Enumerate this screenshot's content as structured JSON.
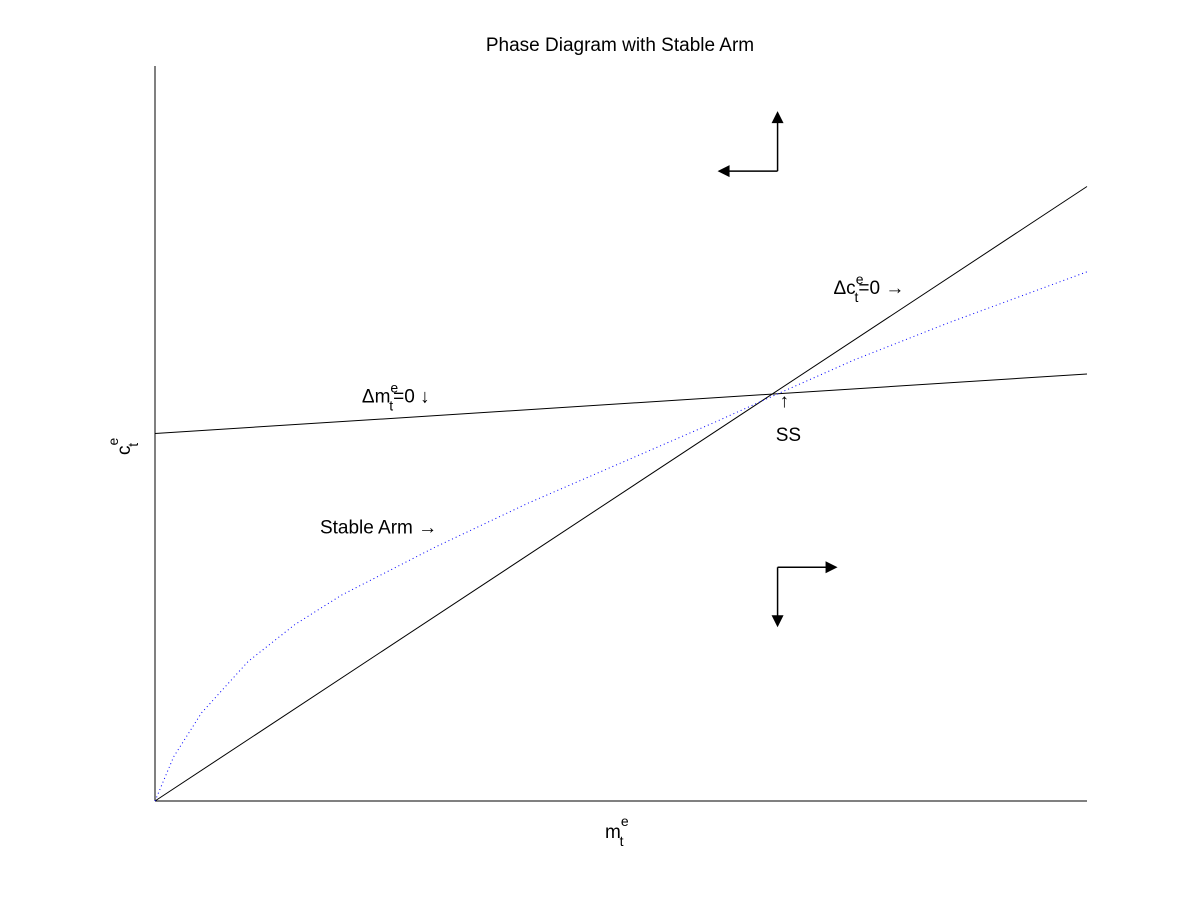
{
  "chart_data": {
    "type": "line",
    "title": "Phase Diagram with Stable Arm",
    "xlabel": {
      "base": "m",
      "sub": "t",
      "sup": "e"
    },
    "ylabel": {
      "base": "c",
      "sub": "t",
      "sup": "e"
    },
    "xlim": [
      0,
      1
    ],
    "ylim": [
      0,
      1
    ],
    "grid": false,
    "series": [
      {
        "name": "Δc=0",
        "style": "solid",
        "color": "#000000",
        "x": [
          0,
          1
        ],
        "y": [
          0,
          0.836
        ]
      },
      {
        "name": "Δm=0",
        "style": "solid",
        "color": "#000000",
        "x": [
          0,
          1
        ],
        "y": [
          0.5,
          0.581
        ]
      },
      {
        "name": "Stable Arm",
        "style": "dotted",
        "color": "#0000ff",
        "x": [
          0,
          0.02,
          0.05,
          0.1,
          0.15,
          0.2,
          0.3,
          0.4,
          0.5,
          0.6,
          0.67,
          0.75,
          0.85,
          1
        ],
        "y": [
          0,
          0.06,
          0.12,
          0.19,
          0.24,
          0.28,
          0.345,
          0.405,
          0.46,
          0.515,
          0.555,
          0.6,
          0.65,
          0.72
        ]
      }
    ],
    "annotations": [
      {
        "id": "dc",
        "text_pre": "Δc",
        "sup": "e",
        "sub": "t",
        "text_post": "=0 →",
        "x": 0.728,
        "y": 0.69
      },
      {
        "id": "dm",
        "text_pre": "Δm",
        "sup": "e",
        "sub": "t",
        "text_post": "=0 ↓",
        "x": 0.222,
        "y": 0.542
      },
      {
        "id": "arm",
        "text": "Stable Arm →",
        "x": 0.177,
        "y": 0.364
      },
      {
        "id": "ss_arrow",
        "text": "↑",
        "x": 0.67,
        "y": 0.536
      },
      {
        "id": "ss",
        "text": "SS",
        "x": 0.666,
        "y": 0.49
      }
    ],
    "phase_arrows": [
      {
        "x": 0.668,
        "y": 0.857,
        "dirs": [
          "left",
          "up"
        ]
      },
      {
        "x": 0.668,
        "y": 0.318,
        "dirs": [
          "down",
          "right"
        ]
      }
    ]
  }
}
